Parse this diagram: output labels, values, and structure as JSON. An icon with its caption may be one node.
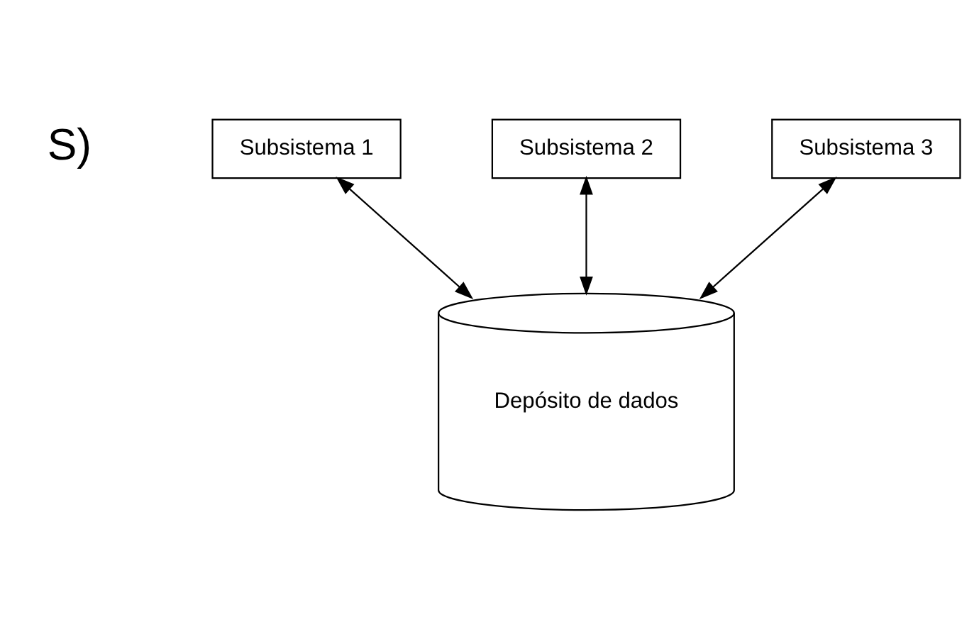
{
  "diagram": {
    "nodes": [
      {
        "text": [
          "Subsistema 1"
        ]
      },
      {
        "text": [
          "Subsistema 2"
        ]
      },
      {
        "text": [
          "Subsistema 3"
        ]
      },
      {
        "text": [
          "Depósito de dados"
        ]
      }
    ],
    "edges": [
      {
        "from": 0,
        "to": 3,
        "arrow": "both"
      },
      {
        "from": 1,
        "to": 3,
        "arrow": "both"
      },
      {
        "from": 2,
        "to": 3,
        "arrow": "both"
      }
    ],
    "labels": [
      "S)"
    ]
  }
}
